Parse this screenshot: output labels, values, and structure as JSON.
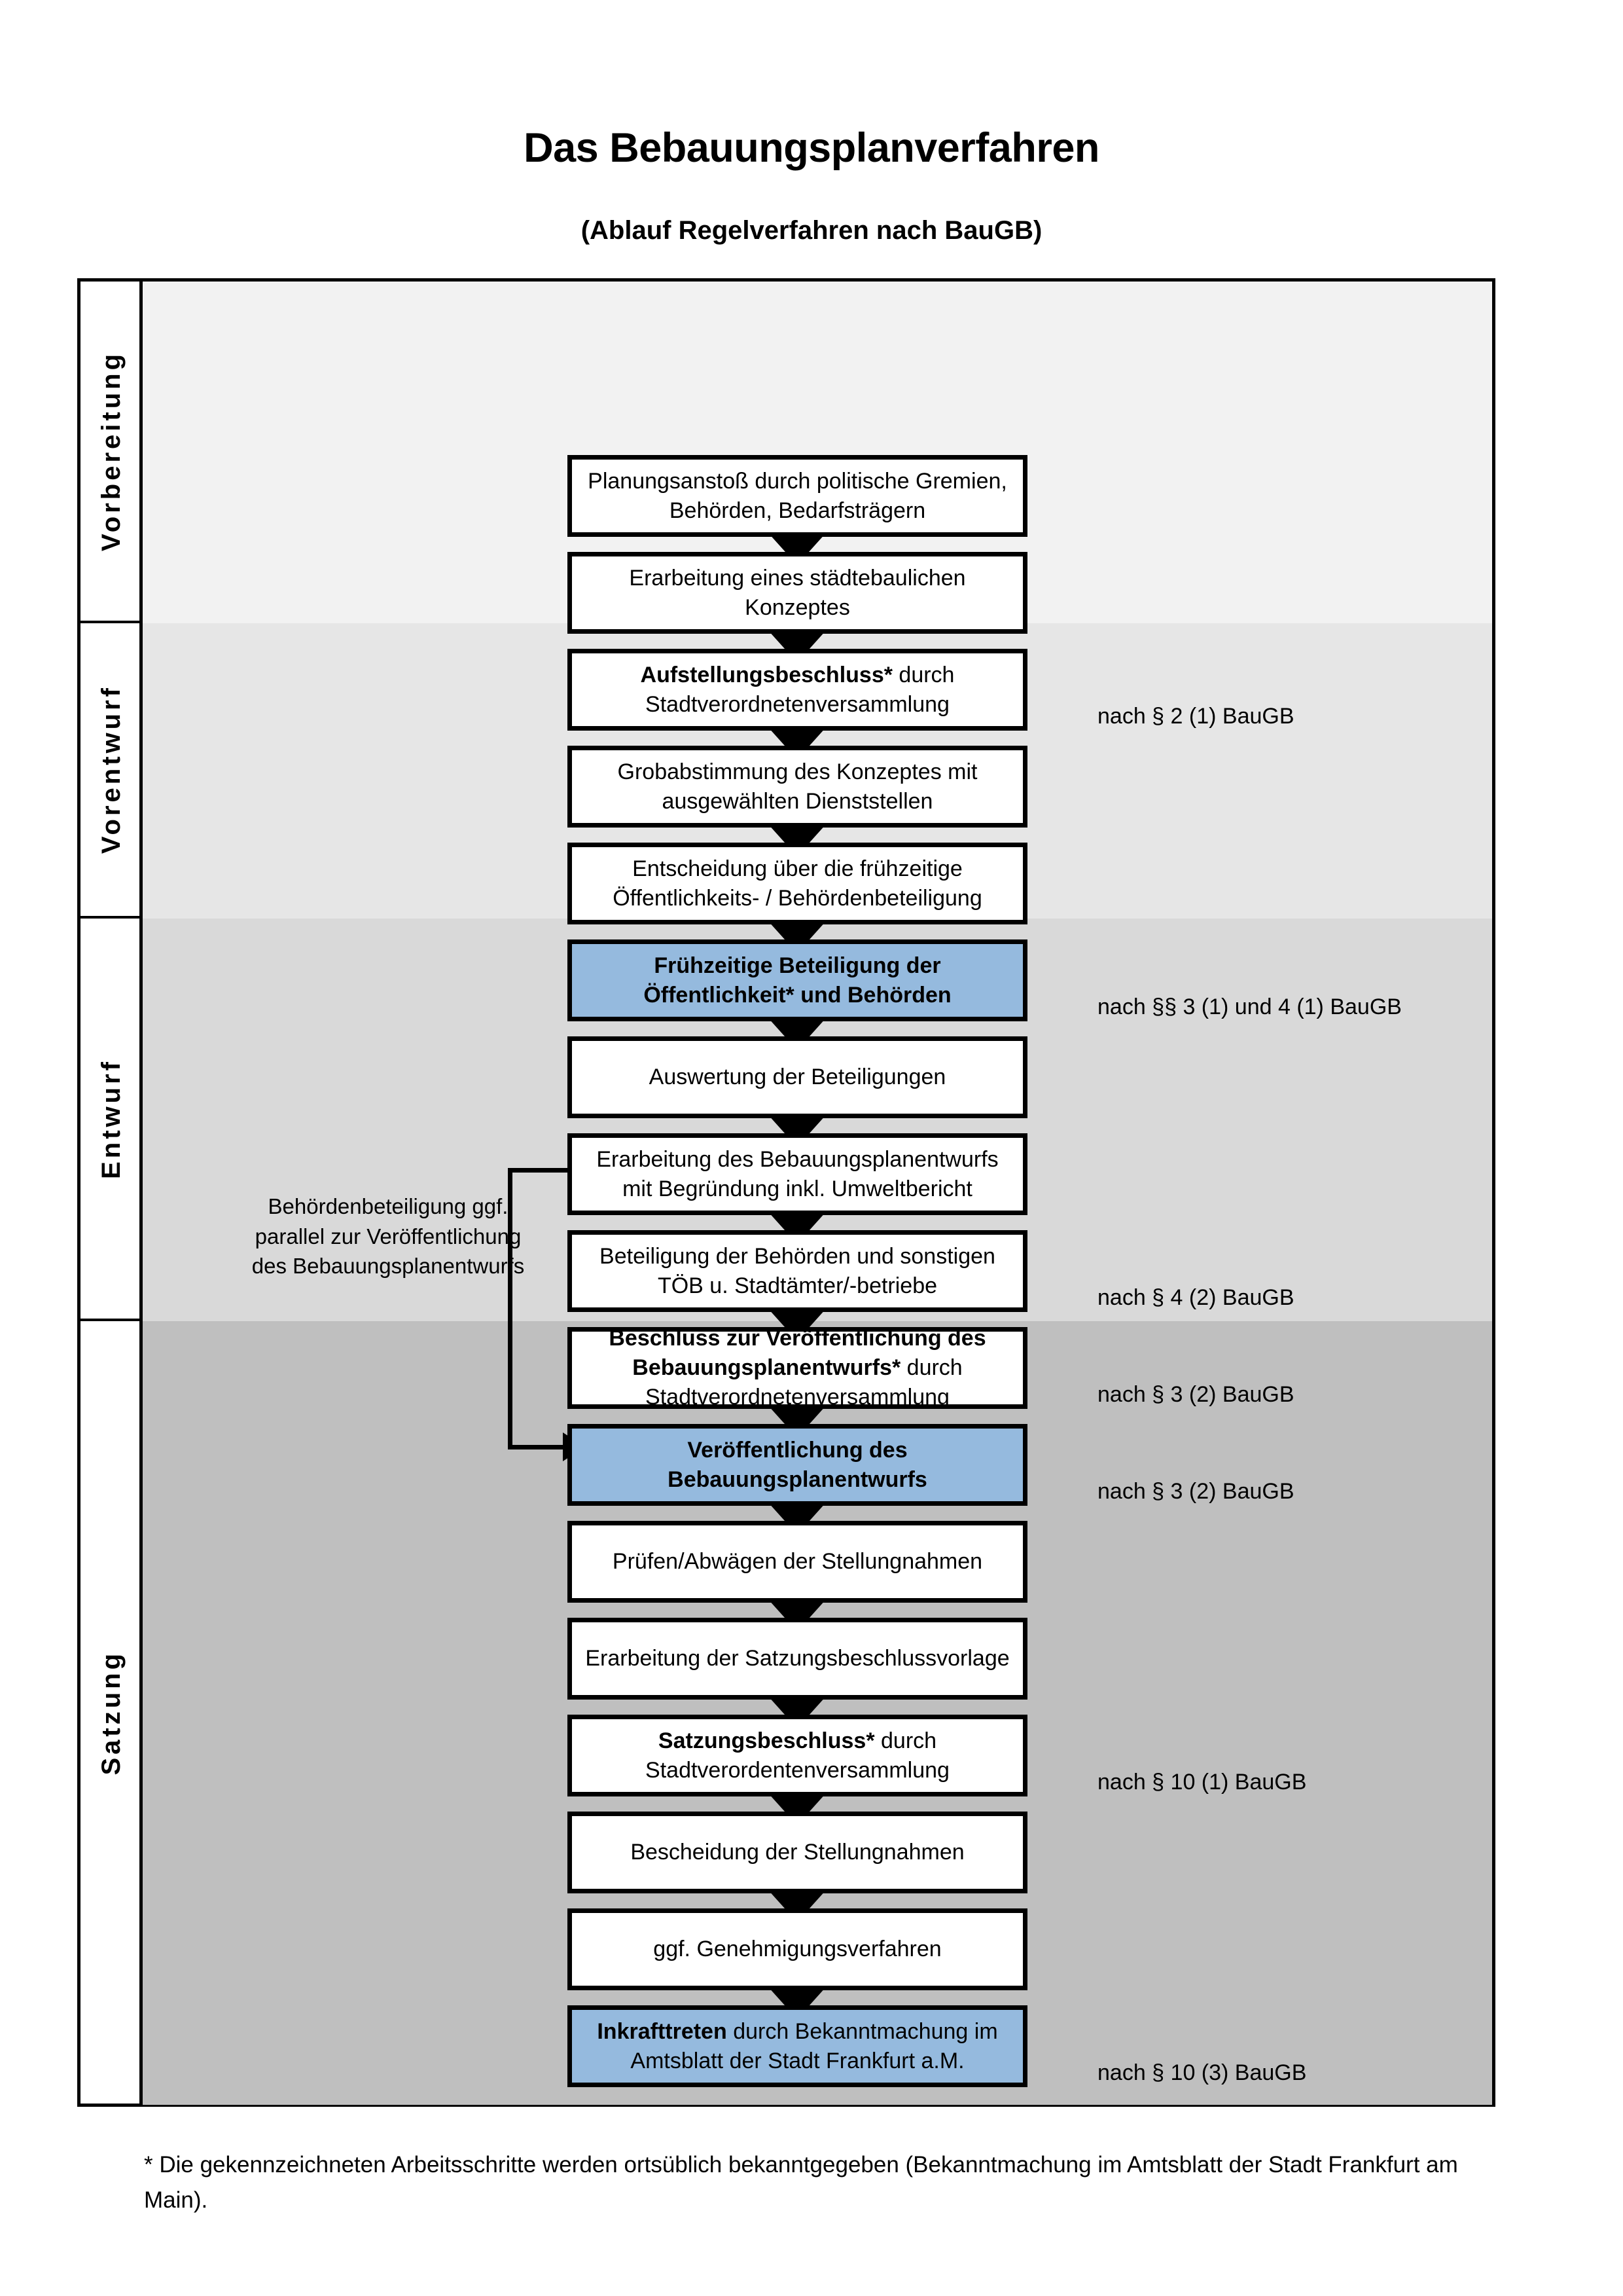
{
  "title": "Das Bebauungsplanverfahren",
  "subtitle": "(Ablauf Regelverfahren nach BauGB)",
  "colors": {
    "highlight_blue": "#95bade",
    "band_vorbereitung": "#f2f2f2",
    "band_vorentwurf": "#e6e6e6",
    "band_entwurf": "#d9d9d9",
    "band_satzung": "#bfbfbf",
    "outline": "#000000"
  },
  "phases": [
    {
      "label": "Vorbereitung"
    },
    {
      "label": "Vorentwurf"
    },
    {
      "label": "Entwurf"
    },
    {
      "label": "Satzung"
    }
  ],
  "steps": [
    {
      "id": "planungsanstoss",
      "phase": "Vorbereitung",
      "text": "Planungsanstoß durch politische Gremien, Behörden, Bedarfsträgern",
      "bold_prefix": "",
      "highlighted": false
    },
    {
      "id": "staedtebauliches-konzept",
      "phase": "Vorbereitung",
      "text": "Erarbeitung eines städtebaulichen Konzeptes",
      "bold_prefix": "",
      "highlighted": false
    },
    {
      "id": "aufstellungsbeschluss",
      "phase": "Vorbereitung",
      "text": "durch Stadtverordnetenversammlung",
      "bold_prefix": "Aufstellungsbeschluss*",
      "highlighted": false
    },
    {
      "id": "grobabstimmung",
      "phase": "Vorentwurf",
      "text": "Grobabstimmung des Konzeptes mit ausgewählten Dienststellen",
      "bold_prefix": "",
      "highlighted": false
    },
    {
      "id": "entscheidung-fruehzeitige",
      "phase": "Vorentwurf",
      "text": "Entscheidung über die frühzeitige Öffentlichkeits- / Behördenbeteiligung",
      "bold_prefix": "",
      "highlighted": false
    },
    {
      "id": "fruehzeitige-beteiligung",
      "phase": "Vorentwurf",
      "text": "",
      "bold_prefix": "Frühzeitige Beteiligung der Öffentlichkeit* und Behörden",
      "highlighted": true
    },
    {
      "id": "auswertung",
      "phase": "Entwurf",
      "text": "Auswertung der Beteiligungen",
      "bold_prefix": "",
      "highlighted": false
    },
    {
      "id": "erarbeitung-entwurf",
      "phase": "Entwurf",
      "text": "Erarbeitung des Bebauungsplanentwurfs mit Begründung inkl. Umweltbericht",
      "bold_prefix": "",
      "highlighted": false
    },
    {
      "id": "beteiligung-behoerden",
      "phase": "Entwurf",
      "text": "Beteiligung der Behörden und sonstigen TÖB u. Stadtämter/-betriebe",
      "bold_prefix": "",
      "highlighted": false
    },
    {
      "id": "beschluss-veroeffentlichung",
      "phase": "Entwurf",
      "text": "durch Stadtverordnetenversammlung",
      "bold_prefix": "Beschluss zur Veröffentlichung des Bebauungsplanentwurfs*",
      "highlighted": false
    },
    {
      "id": "veroeffentlichung",
      "phase": "Entwurf",
      "text": "",
      "bold_prefix": "Veröffentlichung des Bebauungsplanentwurfs",
      "highlighted": true
    },
    {
      "id": "pruefen-abwaegen",
      "phase": "Satzung",
      "text": "Prüfen/Abwägen der Stellungnahmen",
      "bold_prefix": "",
      "highlighted": false
    },
    {
      "id": "satzungsbeschlussvorlage",
      "phase": "Satzung",
      "text": "Erarbeitung der Satzungsbeschlussvorlage",
      "bold_prefix": "",
      "highlighted": false
    },
    {
      "id": "satzungsbeschluss",
      "phase": "Satzung",
      "text": "durch Stadtverordentenversammlung",
      "bold_prefix": "Satzungsbeschluss*",
      "highlighted": false
    },
    {
      "id": "bescheidung",
      "phase": "Satzung",
      "text": "Bescheidung der Stellungnahmen",
      "bold_prefix": "",
      "highlighted": false
    },
    {
      "id": "genehmigungsverfahren",
      "phase": "Satzung",
      "text": "ggf. Genehmigungsverfahren",
      "bold_prefix": "",
      "highlighted": false
    },
    {
      "id": "inkrafttreten",
      "phase": "Satzung",
      "text": "durch Bekanntmachung im Amtsblatt der Stadt Frankfurt a.M.",
      "bold_prefix": "Inkrafttreten",
      "highlighted": true
    }
  ],
  "law_refs": [
    {
      "id": "ref-par2-1",
      "text": "nach § 2 (1) BauGB",
      "for_step": "aufstellungsbeschluss"
    },
    {
      "id": "ref-par3-1-4-1",
      "text": "nach §§ 3 (1) und 4 (1) BauGB",
      "for_step": "fruehzeitige-beteiligung"
    },
    {
      "id": "ref-par4-2",
      "text": "nach § 4 (2) BauGB",
      "for_step": "beteiligung-behoerden"
    },
    {
      "id": "ref-par3-2-a",
      "text": "nach § 3 (2) BauGB",
      "for_step": "beschluss-veroeffentlichung"
    },
    {
      "id": "ref-par3-2-b",
      "text": "nach § 3 (2) BauGB",
      "for_step": "veroeffentlichung"
    },
    {
      "id": "ref-par10-1",
      "text": "nach § 10 (1) BauGB",
      "for_step": "satzungsbeschluss"
    },
    {
      "id": "ref-par10-3",
      "text": "nach § 10 (3) BauGB",
      "for_step": "inkrafttreten"
    }
  ],
  "side_note": "Behördenbeteiligung ggf. parallel zur Veröffentlichung des Bebauungsplanentwurfs",
  "footnote": "* Die gekennzeichneten Arbeitsschritte werden ortsüblich bekanntgegeben (Bekanntmachung im Amtsblatt  der Stadt Frankfurt am Main)."
}
